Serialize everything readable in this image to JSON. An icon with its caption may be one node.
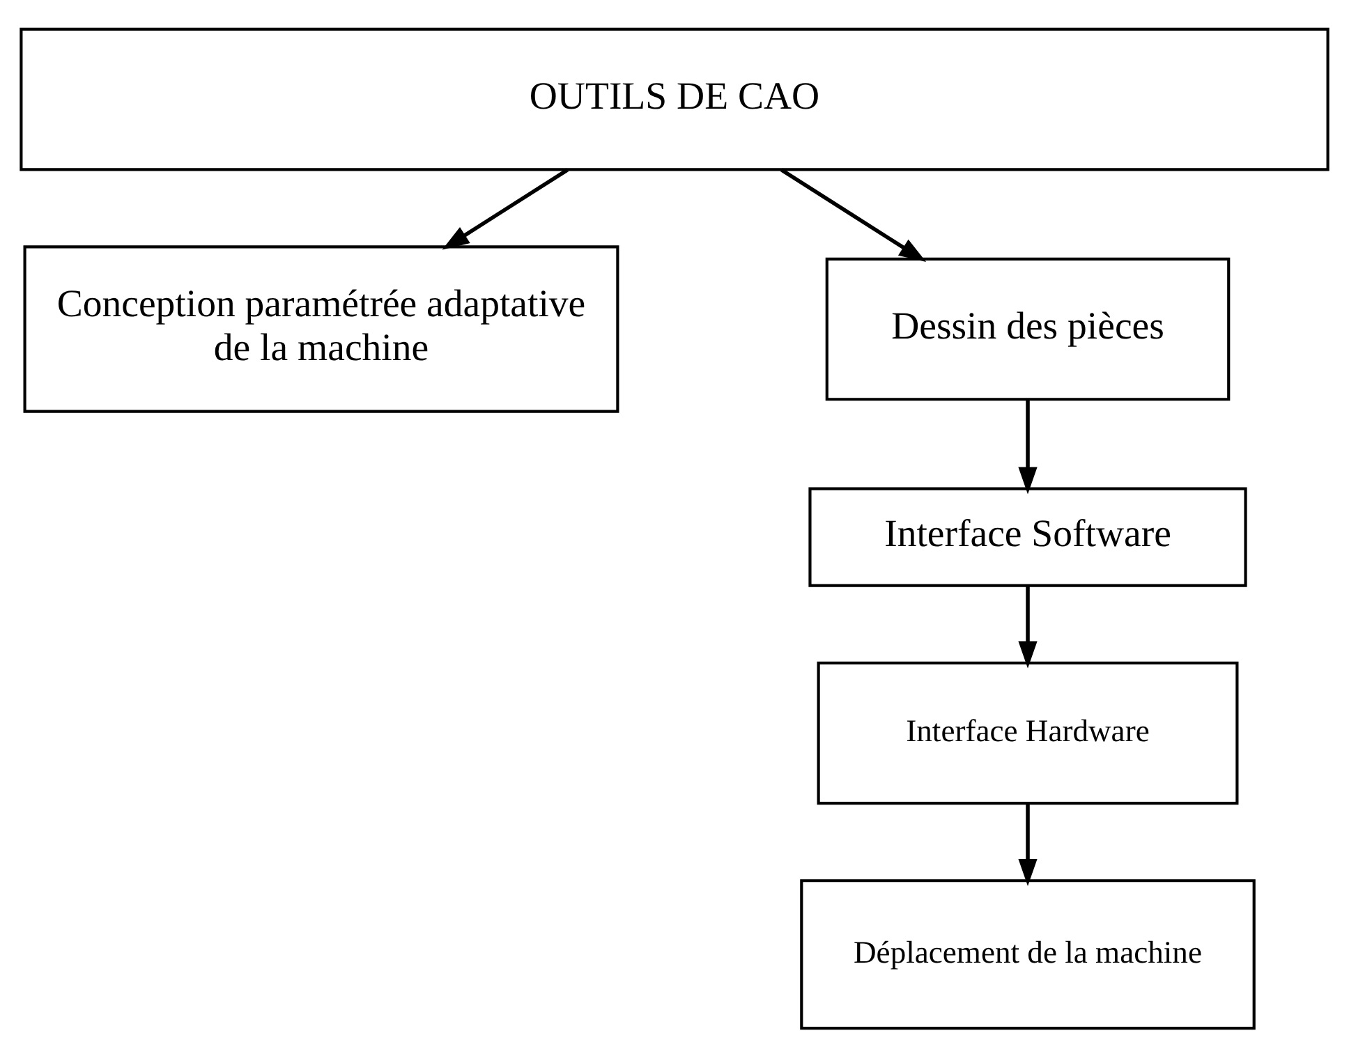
{
  "diagram": {
    "nodes": [
      {
        "text": [
          "OUTILS DE CAO"
        ]
      },
      {
        "text": [
          "Conception paramétrée adaptative de la machine"
        ]
      },
      {
        "text": [
          "Dessin des pièces"
        ]
      },
      {
        "text": [
          "Interface Software"
        ]
      },
      {
        "text": [
          "Interface Hardware"
        ]
      },
      {
        "text": [
          "Déplacement de la machine"
        ]
      }
    ],
    "edges": [
      {
        "from": 0,
        "to": 1,
        "arrow": "to"
      },
      {
        "from": 0,
        "to": 2,
        "arrow": "to"
      },
      {
        "from": 2,
        "to": 3,
        "arrow": "to"
      },
      {
        "from": 3,
        "to": 4,
        "arrow": "to"
      },
      {
        "from": 4,
        "to": 5,
        "arrow": "to"
      }
    ]
  }
}
